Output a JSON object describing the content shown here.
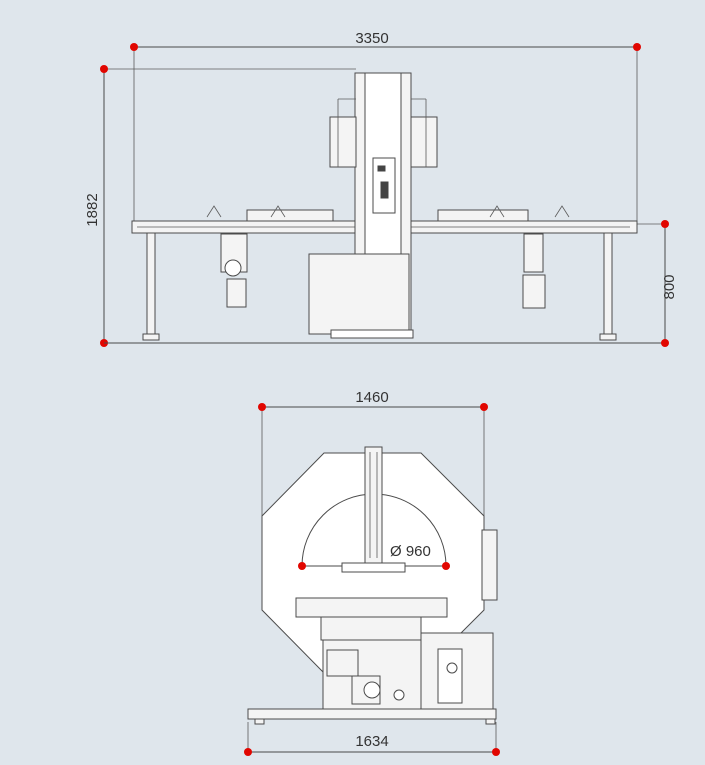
{
  "dimensions": {
    "total_width": "3350",
    "total_height": "1882",
    "table_height": "800",
    "top_width": "1460",
    "ring_diameter": "Ø 960",
    "base_width": "1634"
  },
  "colors": {
    "background": "#dfe6ec",
    "line": "#4a4a4a",
    "dot": "#e10600"
  }
}
